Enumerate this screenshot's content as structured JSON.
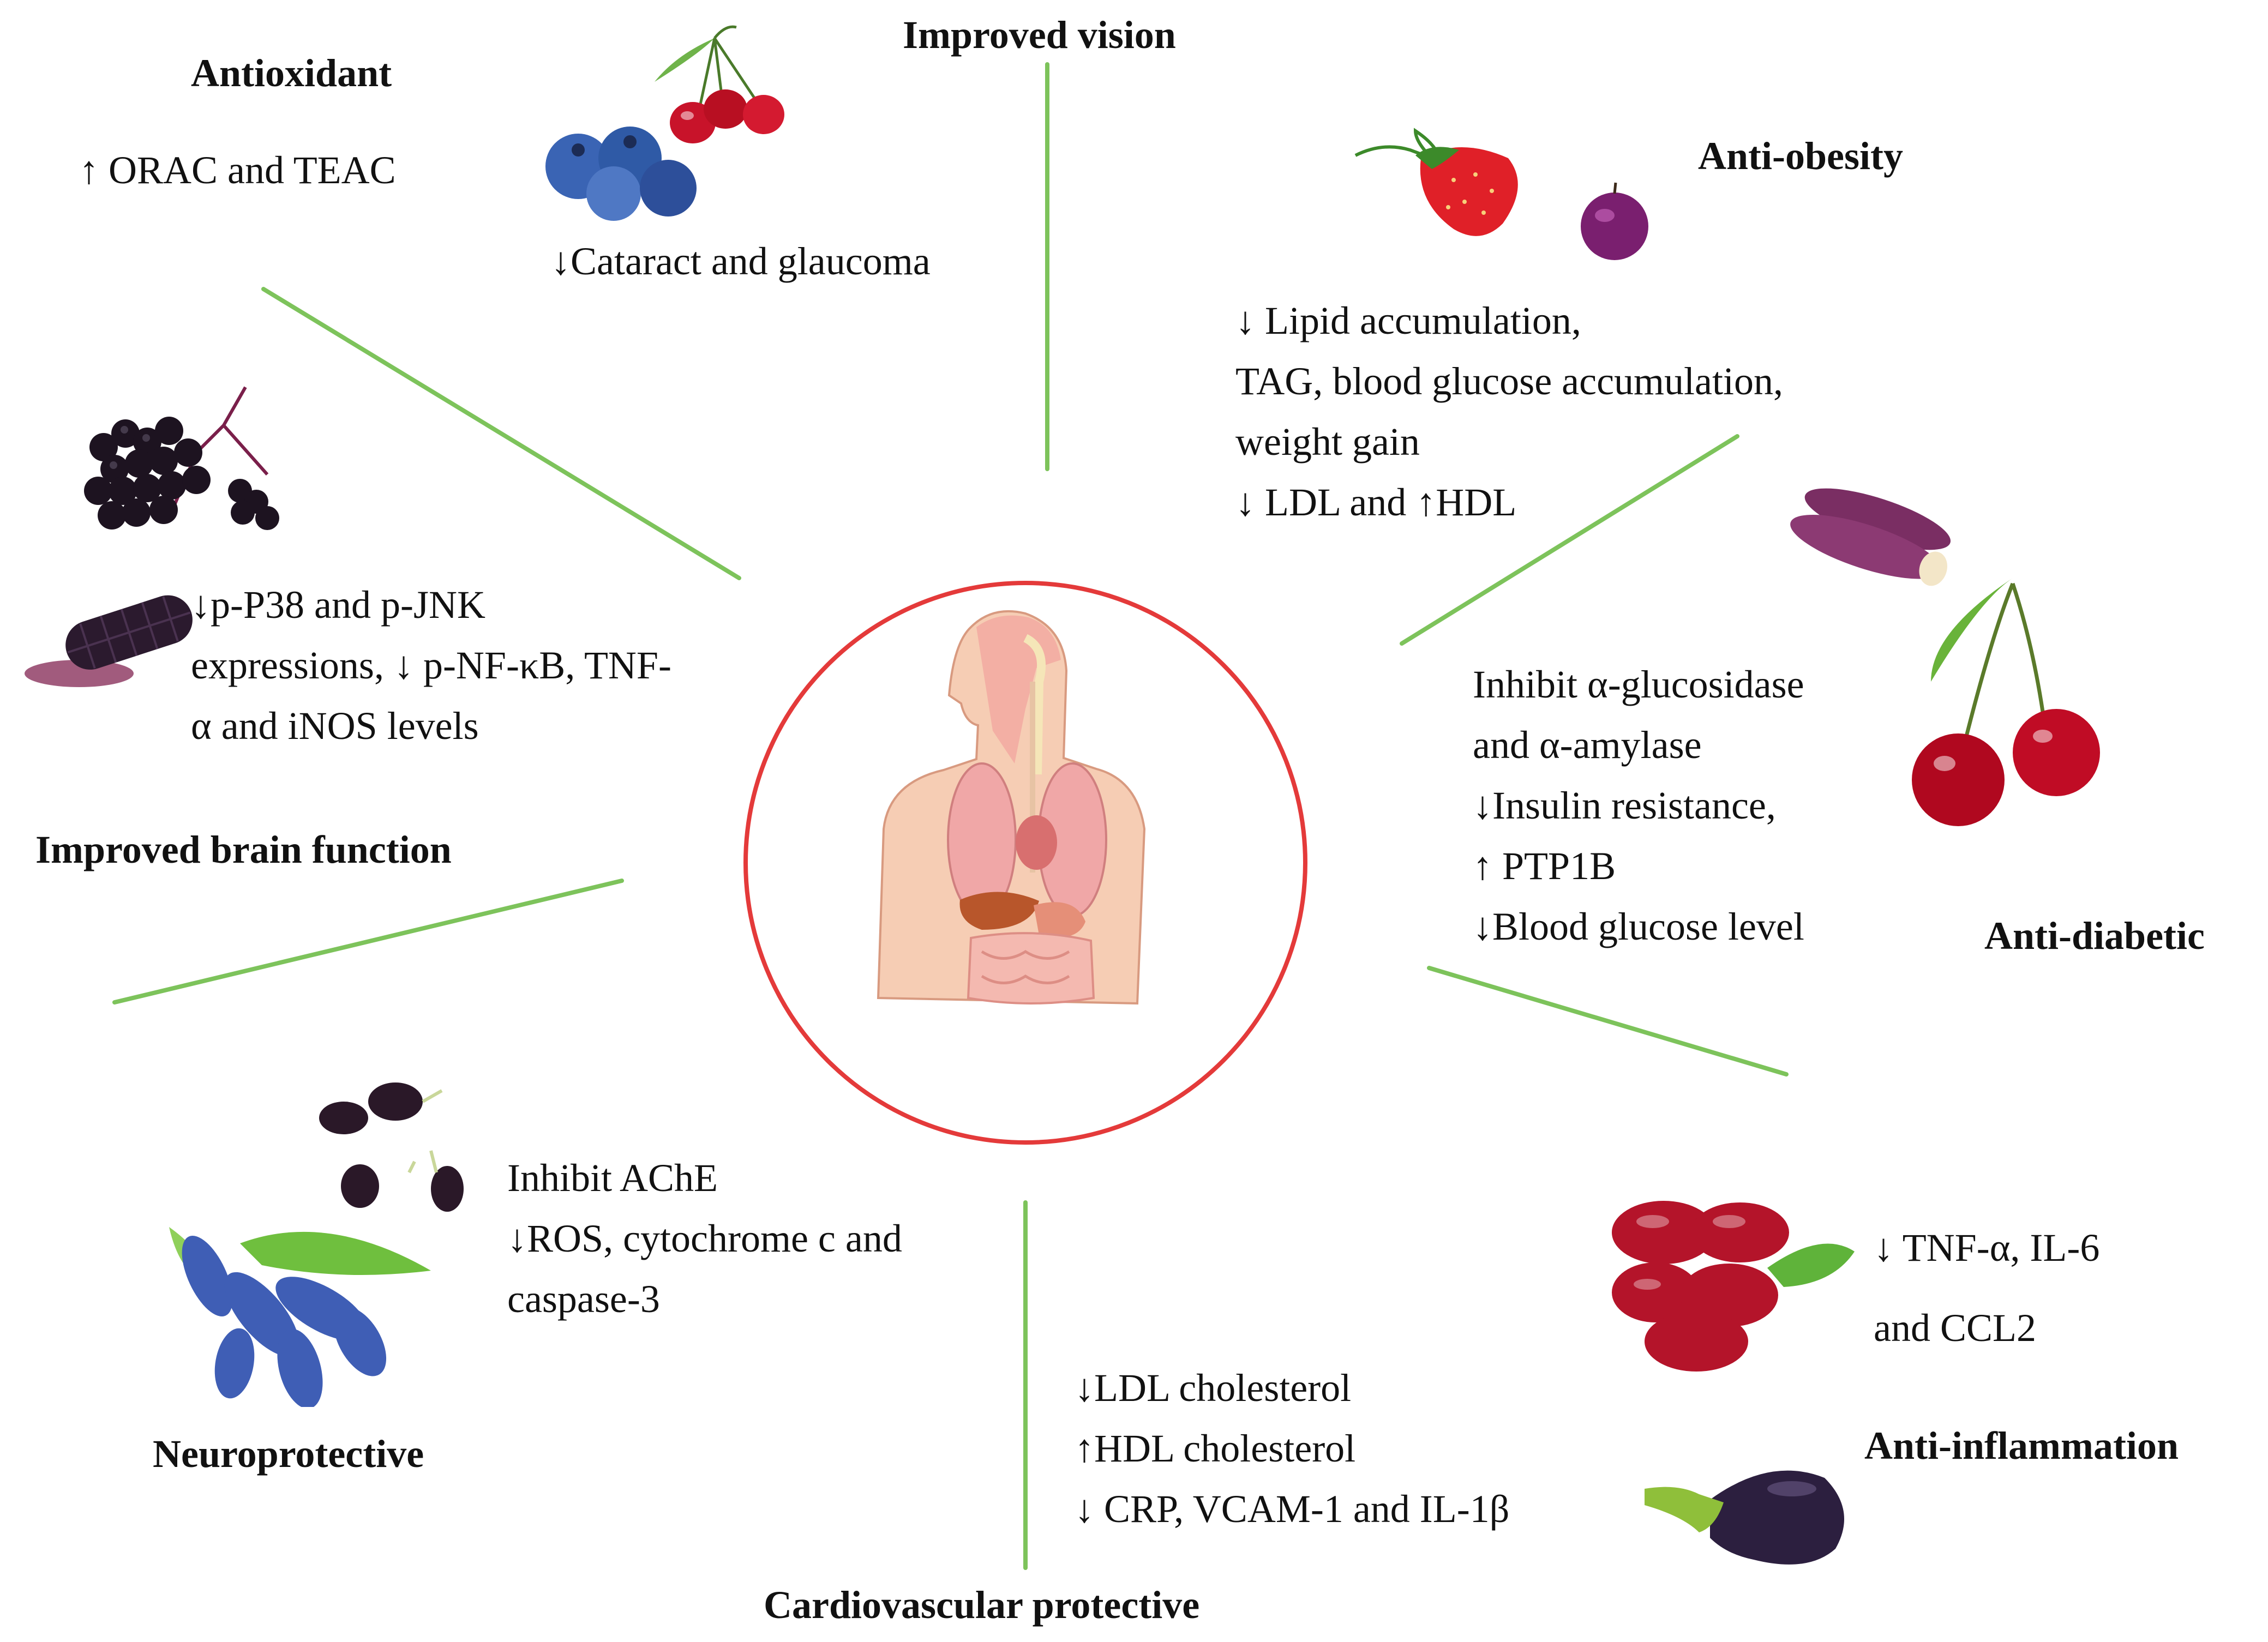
{
  "colors": {
    "connector": "#7dc35b",
    "circle": "#e43a3a",
    "text": "#111111"
  },
  "center": {
    "image": "human-body-organs"
  },
  "sections": {
    "vision": {
      "title": "Improved vision",
      "lines": [
        "↓Cataract and glaucoma"
      ],
      "images": [
        "cornelian-cherry",
        "blueberry"
      ]
    },
    "antioxidant": {
      "title": "Antioxidant",
      "lines": [
        "↑ ORAC and TEAC"
      ]
    },
    "obesity": {
      "title": "Anti-obesity",
      "lines": [
        "↓ Lipid accumulation,",
        "TAG, blood glucose accumulation,",
        "weight gain",
        "↓ LDL and ↑HDL"
      ],
      "images": [
        "strawberry",
        "plum"
      ]
    },
    "brain": {
      "title": "Improved brain function",
      "lines": [
        "↓p-P38 and p-JNK",
        "expressions, ↓ p-NF-κB, TNF-",
        "α and iNOS levels"
      ],
      "images": [
        "elderberry",
        "purple-corn"
      ]
    },
    "diabetic": {
      "title": "Anti-diabetic",
      "lines": [
        "Inhibit α-glucosidase",
        "and α-amylase",
        "↓Insulin resistance,",
        "↑ PTP1B",
        "↓Blood glucose level"
      ],
      "images": [
        "purple-sweet-potato",
        "cherry"
      ]
    },
    "neuro": {
      "title": "Neuroprotective",
      "lines": [
        "Inhibit AChE",
        "↓ROS, cytochrome c and",
        "caspase-3"
      ],
      "images": [
        "mulberry",
        "honeysuckle-berry"
      ]
    },
    "cardio": {
      "title": "Cardiovascular protective",
      "lines": [
        "↓LDL cholesterol",
        "↑HDL cholesterol",
        "↓ CRP, VCAM-1 and IL-1β"
      ]
    },
    "inflammation": {
      "title": "Anti-inflammation",
      "lines": [
        "↓ TNF-α,   IL-6",
        "and CCL2"
      ],
      "images": [
        "cornelian-cherry-cluster",
        "eggplant"
      ]
    }
  }
}
